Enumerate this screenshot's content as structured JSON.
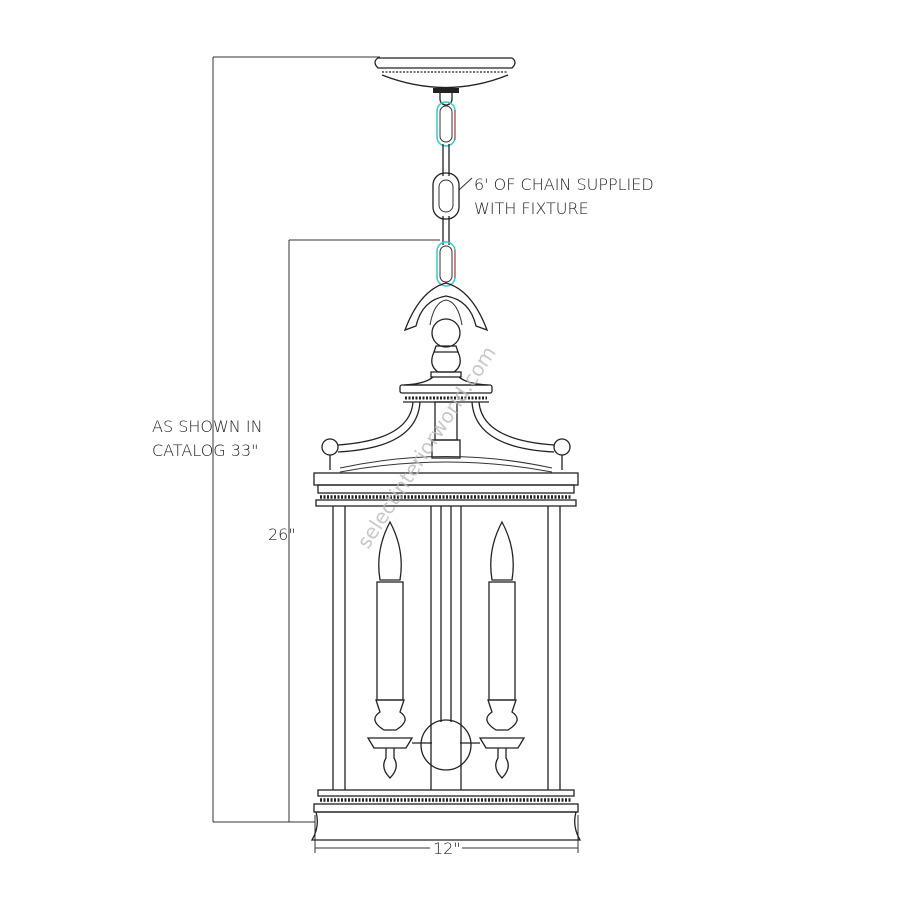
{
  "annotations": {
    "chain_line1": "6' OF CHAIN SUPPLIED",
    "chain_line2": "WITH FIXTURE",
    "overall_line1": "AS SHOWN IN",
    "overall_line2": "CATALOG 33\"",
    "height": "26\"",
    "width": "12\""
  },
  "watermark": "selectinteriorworld.com",
  "colors": {
    "line": "#222222",
    "chain_highlight": "#33cccc",
    "watermark": "#bbbbbb"
  }
}
